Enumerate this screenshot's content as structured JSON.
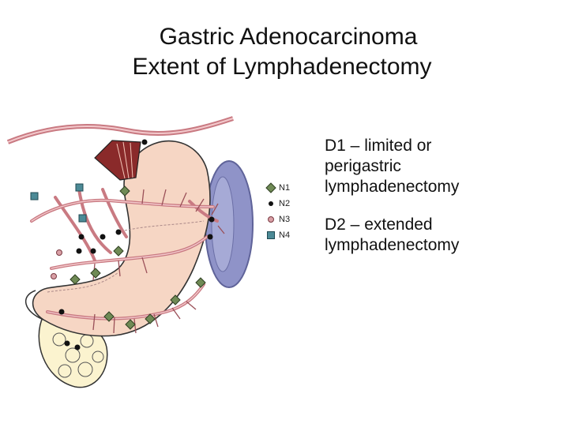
{
  "slide": {
    "title_line_1": "Gastric Adenocarcinoma",
    "title_line_2": "Extent of Lymphadenectomy"
  },
  "legend": [
    {
      "label": "N1",
      "shape": "diamond",
      "color": "#6f8a55"
    },
    {
      "label": "N2",
      "shape": "dot",
      "color": "#111111"
    },
    {
      "label": "N3",
      "shape": "circle",
      "color": "#d9a0a6"
    },
    {
      "label": "N4",
      "shape": "square",
      "color": "#4c8a96"
    }
  ],
  "bullets": [
    {
      "lines": [
        "D1 – limited or",
        "perigastric",
        "lymphadenectomy"
      ]
    },
    {
      "lines": [
        "D2 – extended",
        "lymphadenectomy"
      ]
    }
  ],
  "colors": {
    "stomach": "#f6d6c4",
    "vessel": "#c97a82",
    "spleen": "#8f93c8",
    "esophagus": "#8a2a2a"
  }
}
